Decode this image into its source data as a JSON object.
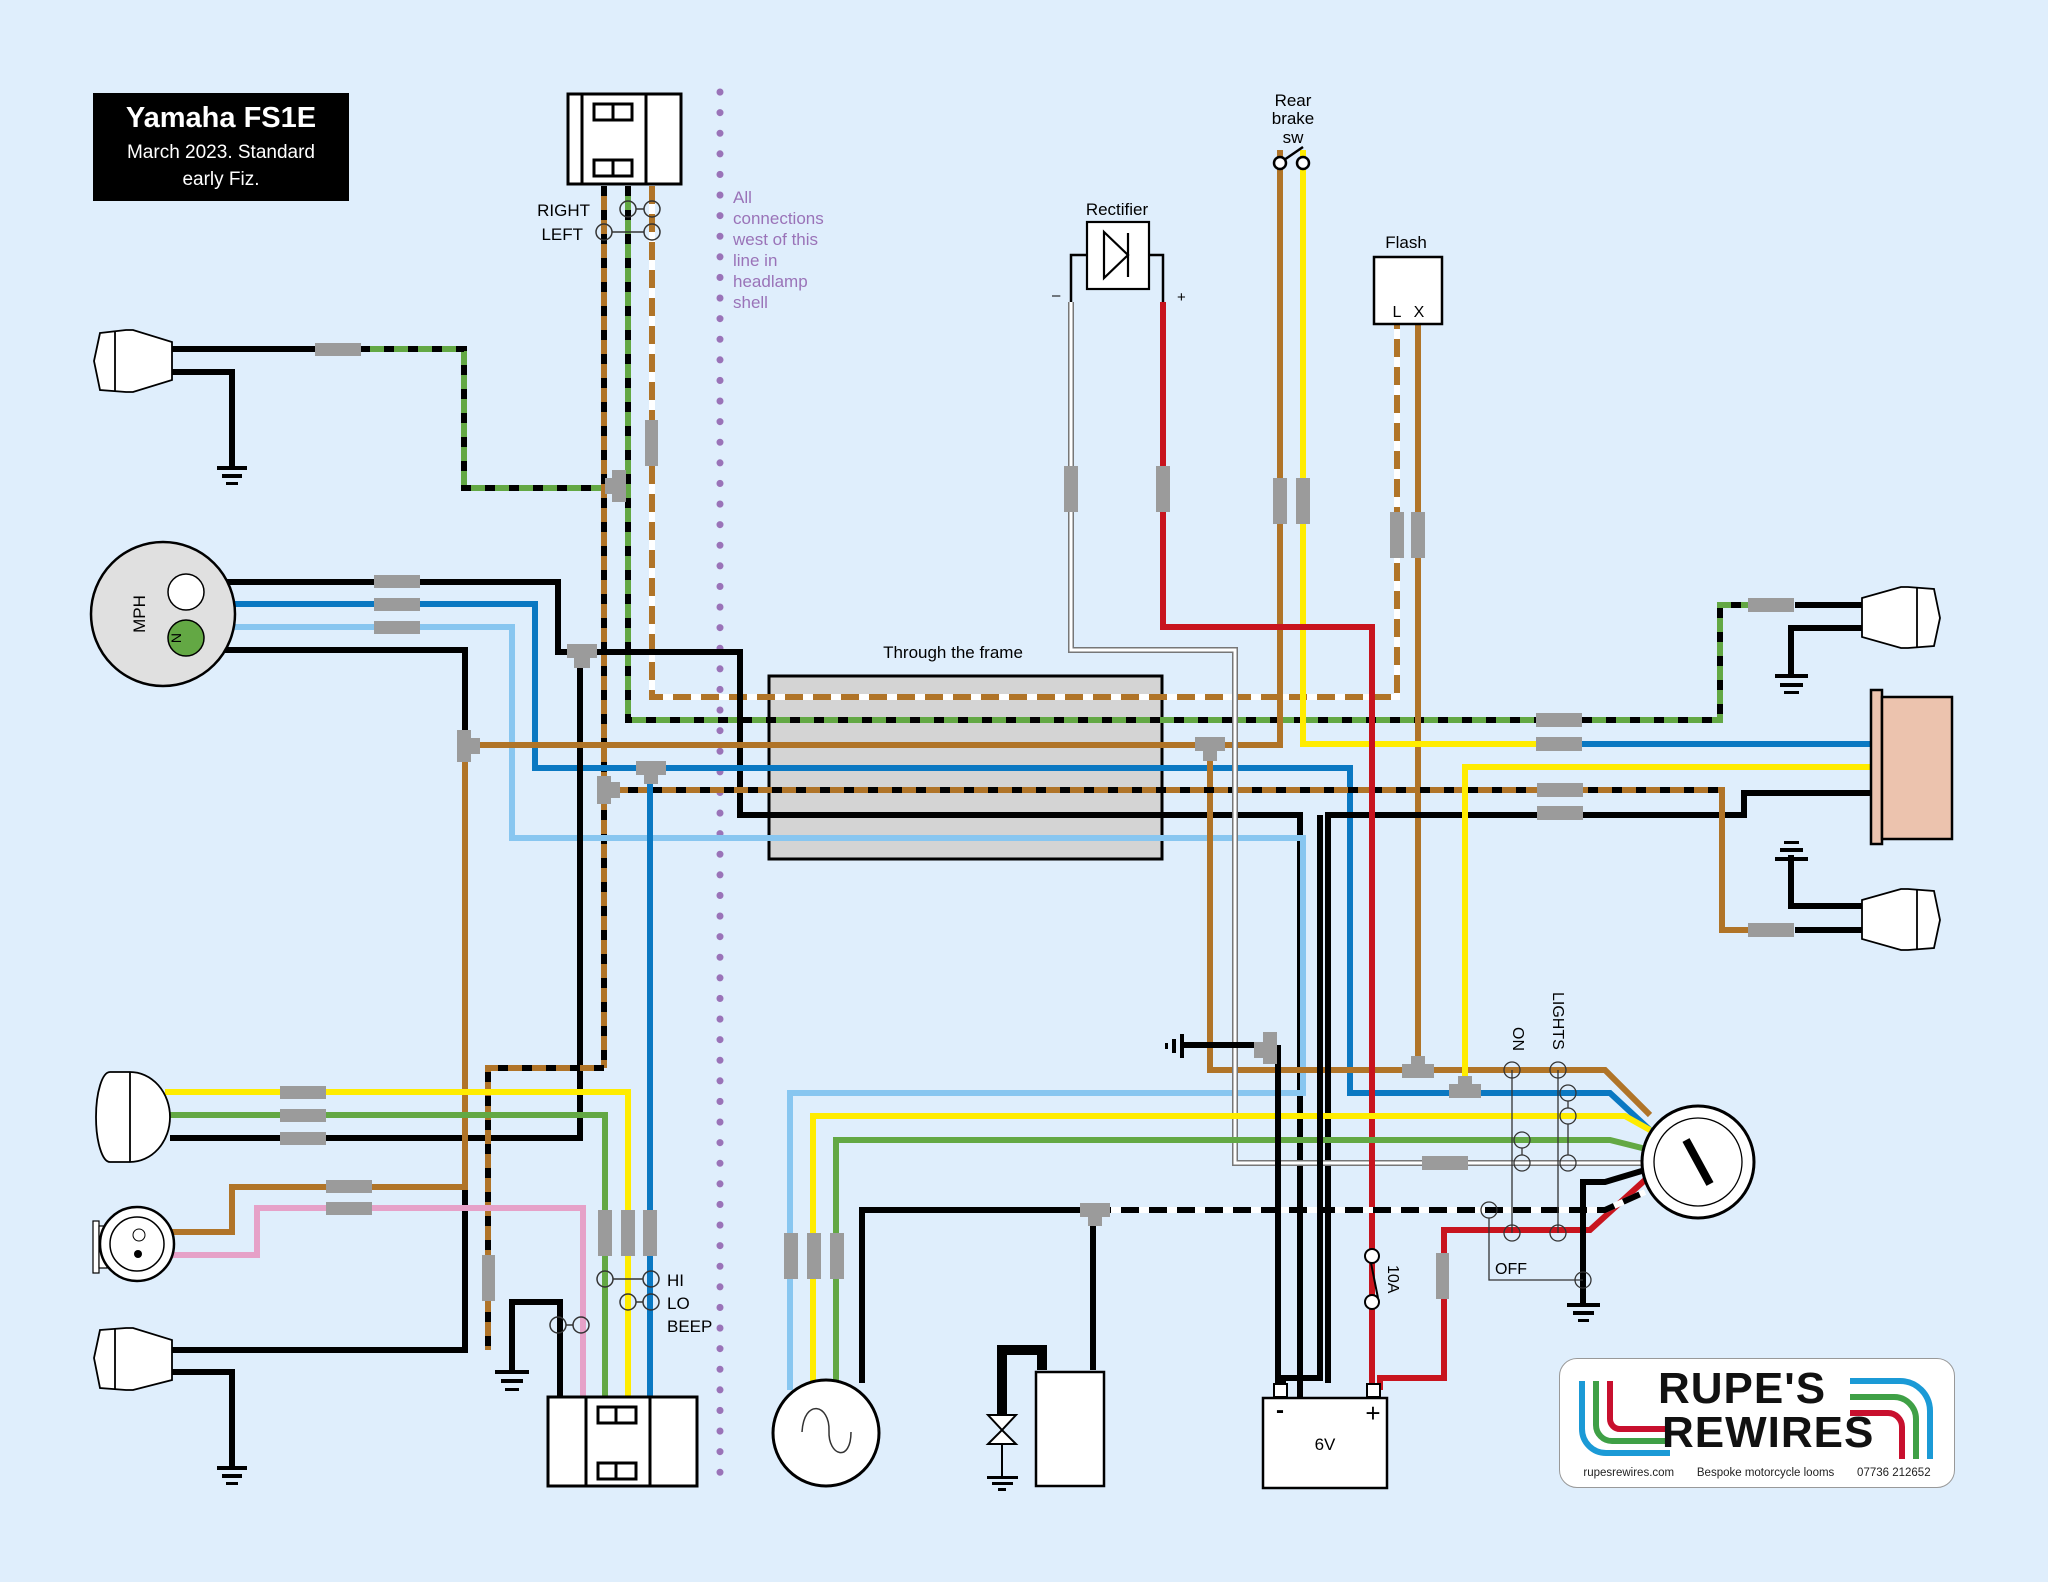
{
  "title": {
    "heading": "Yamaha FS1E",
    "subtitle_line1": "March 2023. Standard",
    "subtitle_line2": "early Fiz."
  },
  "note": {
    "text": "All connections west of this line in headlamp shell"
  },
  "labels": {
    "right": "RIGHT",
    "left": "LEFT",
    "mph": "MPH",
    "neutral": "N",
    "rectifier": "Rectifier",
    "rect_minus": "–",
    "rect_plus": "+",
    "rear_brake_line1": "Rear",
    "rear_brake_line2": "brake",
    "rear_brake_line3": "sw",
    "flash": "Flash",
    "flash_l": "L",
    "flash_x": "X",
    "through_frame": "Through the frame",
    "hi": "HI",
    "lo": "LO",
    "beep": "BEEP",
    "battery_voltage": "6V",
    "battery_minus": "-",
    "battery_plus": "+",
    "fuse": "10A",
    "ignition_on": "ON",
    "ignition_lights": "LIGHTS",
    "ignition_off": "OFF"
  },
  "logo": {
    "line1": "RUPE'S",
    "line2": "REWIRES",
    "website": "rupesrewires.com",
    "tagline": "Bespoke motorcycle looms",
    "phone": "07736 212652",
    "stripe_colors": [
      "#1b9ad6",
      "#3fa046",
      "#c8102e"
    ]
  },
  "wire_colors": {
    "black": "#000000",
    "brown": "#b07428",
    "green": "#63a844",
    "blue": "#0a78c2",
    "light_blue": "#88c6f0",
    "yellow": "#ffec00",
    "red": "#c8141e",
    "pink": "#e6a1c8",
    "white": "#ffffff",
    "grey_connector": "#9b9b9b",
    "boundary_purple": "#9a73b8",
    "tail_lamp": "#ecc3ae",
    "frame_box": "#d4d4d4"
  },
  "components": [
    "headlamp-switch-top",
    "front-left-indicator",
    "speedometer",
    "headlamp",
    "horn",
    "front-right-indicator",
    "handlebar-switch-bottom",
    "rectifier",
    "rear-brake-switch",
    "flasher-relay",
    "rear-right-indicator",
    "tail-lamp",
    "rear-left-indicator",
    "alternator",
    "ignition-coil",
    "battery",
    "ignition-switch",
    "fuse"
  ]
}
